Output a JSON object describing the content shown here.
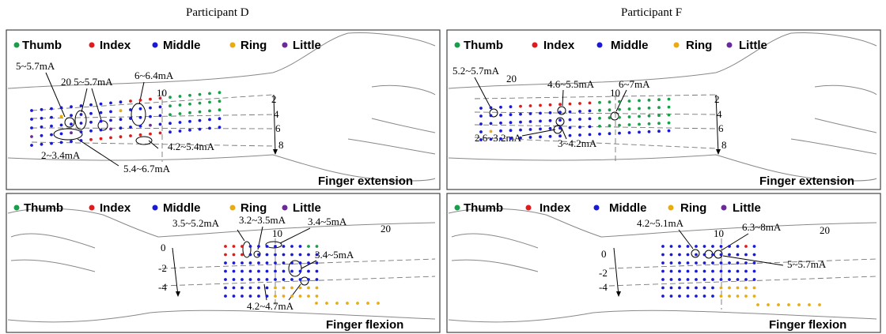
{
  "participants": [
    {
      "title": "Participant D"
    },
    {
      "title": "Participant F"
    }
  ],
  "legend": [
    {
      "label": "Thumb",
      "color": "#1a9e4a"
    },
    {
      "label": "Index",
      "color": "#e01b1b"
    },
    {
      "label": "Middle",
      "color": "#1a1ad6"
    },
    {
      "label": "Ring",
      "color": "#e8ac10"
    },
    {
      "label": "Little",
      "color": "#6a2a9a"
    }
  ],
  "panels": [
    {
      "caption": "Finger extension",
      "scale_labels": [
        "2",
        "4",
        "6",
        "8"
      ],
      "axis_labels": [
        "10",
        "20"
      ],
      "annotations": [
        "5~5.7mA",
        "20 5~5.7mA",
        "6~6.4mA",
        "2~3.4mA",
        "4.2~5.4mA",
        "5.4~6.7mA"
      ]
    },
    {
      "caption": "Finger extension",
      "scale_labels": [
        "2",
        "4",
        "6",
        "8"
      ],
      "axis_labels": [
        "20",
        "10"
      ],
      "annotations": [
        "5.2~5.7mA",
        "4.6~5.5mA",
        "6~7mA",
        "2.6~3.2mA",
        "3~4.2mA"
      ]
    },
    {
      "caption": "Finger flexion",
      "scale_labels": [
        "0",
        "-2",
        "-4"
      ],
      "axis_labels": [
        "10",
        "20"
      ],
      "annotations": [
        "3.5~5.2mA",
        "3.2~3.5mA",
        "3.4~5mA",
        "3.4~5mA",
        "4.2~4.7mA"
      ]
    },
    {
      "caption": "Finger flexion",
      "scale_labels": [
        "0",
        "-2",
        "-4"
      ],
      "axis_labels": [
        "10",
        "20"
      ],
      "annotations": [
        "4.2~5.1mA",
        "6.3~8mA",
        "5~5.7mA"
      ]
    }
  ]
}
